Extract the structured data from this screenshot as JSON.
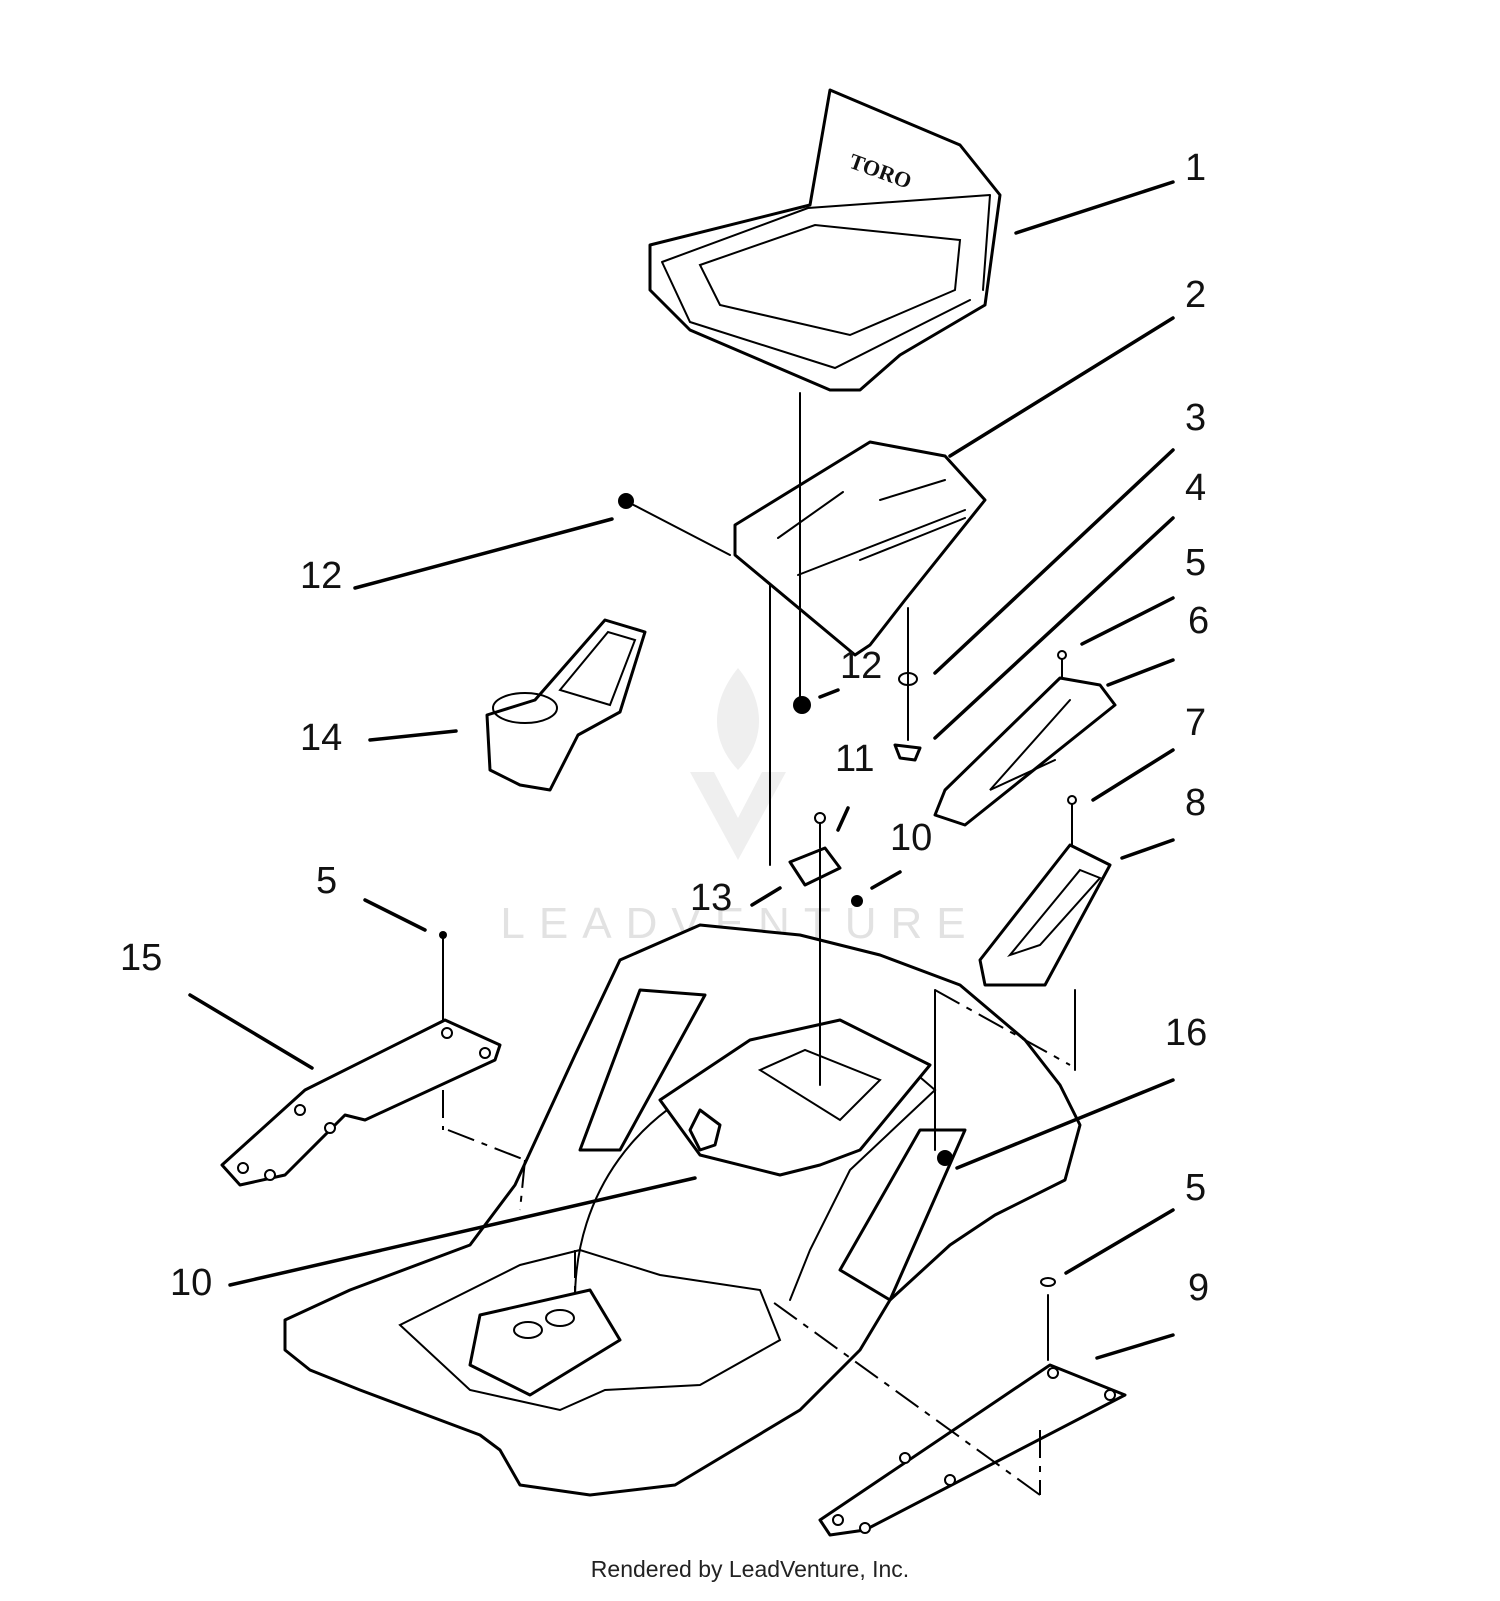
{
  "brand_label": "TORO",
  "watermark": "LEADVENTURE",
  "footer": "Rendered by LeadVenture, Inc.",
  "callouts": [
    "1",
    "2",
    "3",
    "4",
    "5",
    "6",
    "7",
    "8",
    "9",
    "10",
    "11",
    "12",
    "13",
    "14",
    "15",
    "16"
  ],
  "colors": {
    "ink": "#000000",
    "watermark": "#e2e2e2"
  }
}
